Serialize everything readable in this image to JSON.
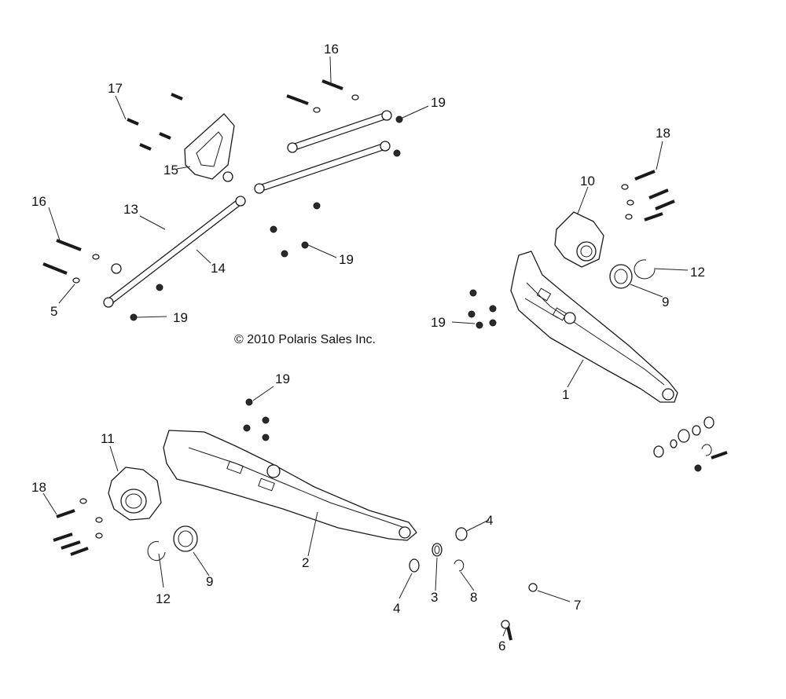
{
  "copyright": "© 2010 Polaris Sales Inc.",
  "callouts": {
    "c1": "1",
    "c2": "2",
    "c3": "3",
    "c4a": "4",
    "c4b": "4",
    "c5": "5",
    "c6": "6",
    "c7": "7",
    "c8": "8",
    "c9a": "9",
    "c9b": "9",
    "c10": "10",
    "c11": "11",
    "c12a": "12",
    "c12b": "12",
    "c13": "13",
    "c14": "14",
    "c15": "15",
    "c16a": "16",
    "c16b": "16",
    "c17": "17",
    "c18a": "18",
    "c18b": "18",
    "c19a": "19",
    "c19b": "19",
    "c19c": "19",
    "c19d": "19",
    "c19e": "19"
  },
  "colors": {
    "line": "#1a1a1a",
    "background": "#ffffff"
  }
}
